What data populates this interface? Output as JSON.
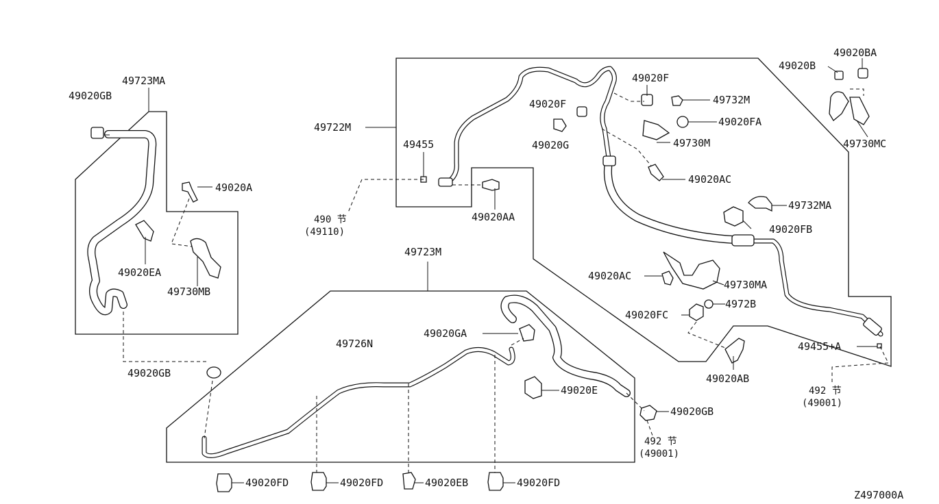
{
  "diagram_code": "Z497000A",
  "labels": {
    "p_49723MA": "49723MA",
    "p_49020GB_top": "49020GB",
    "p_49020A": "49020A",
    "p_49020EA": "49020EA",
    "p_49730MB": "49730MB",
    "p_49020GB_left": "49020GB",
    "p_49722M": "49722M",
    "p_49455": "49455",
    "p_49020AA": "49020AA",
    "p_490sec": "490 节",
    "p_49110": "(49110)",
    "p_49020F_a": "49020F",
    "p_49020F_b": "49020F",
    "p_49020G": "49020G",
    "p_49732M": "49732M",
    "p_49020FA": "49020FA",
    "p_49730M": "49730M",
    "p_49020AC_top": "49020AC",
    "p_49020B": "49020B",
    "p_49020BA": "49020BA",
    "p_49730MC": "49730MC",
    "p_49732MA": "49732MA",
    "p_49020FB": "49020FB",
    "p_49020AC_mid": "49020AC",
    "p_49730MA": "49730MA",
    "p_49020FC": "49020FC",
    "p_4972B": "4972B",
    "p_49455A": "49455+A",
    "p_49020AB": "49020AB",
    "p_492sec_right": "492 节",
    "p_49001_right": "(49001)",
    "p_49723M": "49723M",
    "p_49726N": "49726N",
    "p_49020GA": "49020GA",
    "p_49020E": "49020E",
    "p_49020GB_bottom": "49020GB",
    "p_492sec_bottom": "492 节",
    "p_49001_bottom": "(49001)",
    "p_49020FD_1": "49020FD",
    "p_49020FD_2": "49020FD",
    "p_49020EB": "49020EB",
    "p_49020FD_3": "49020FD"
  }
}
